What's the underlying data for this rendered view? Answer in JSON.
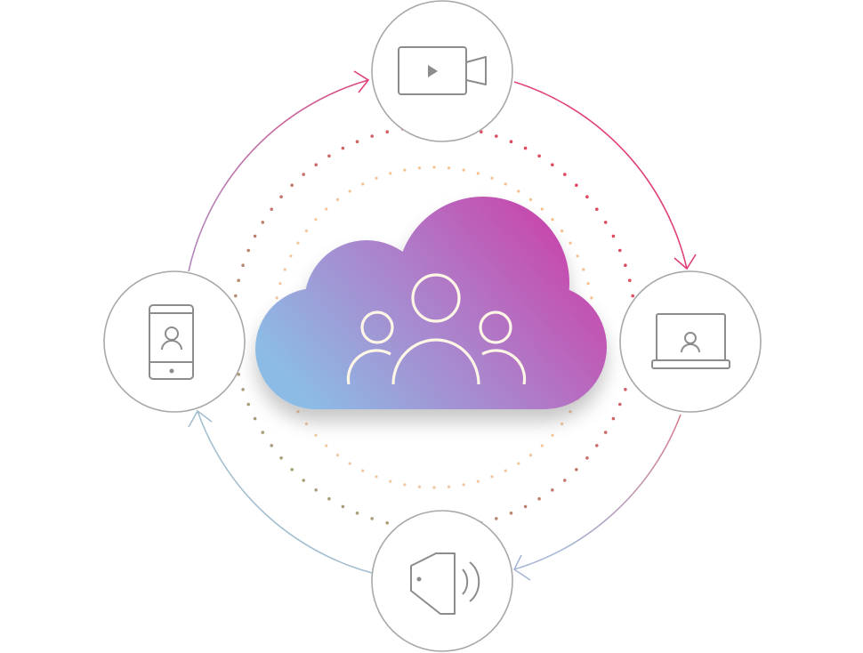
{
  "diagram": {
    "center": {
      "icon": "users-group-icon",
      "shape": "cloud"
    },
    "nodes": [
      {
        "icon": "video-camera-icon",
        "position": "top"
      },
      {
        "icon": "laptop-user-icon",
        "position": "right"
      },
      {
        "icon": "speaker-icon",
        "position": "bottom"
      },
      {
        "icon": "smartphone-user-icon",
        "position": "left"
      }
    ],
    "flow_direction": "clockwise",
    "colors": {
      "cloud_gradient": [
        "#cc3fa8",
        "#b06cc4",
        "#8fb6e6"
      ],
      "icon_stroke": "#8c8c8c",
      "node_border": "#a8a8a8",
      "arrow_top": "#e0407a",
      "arrow_bottom": "#9fbad6",
      "outer_dots": "#e2465e",
      "inner_dots": "#f6c08e",
      "people_icon": "#fff6e6"
    }
  }
}
